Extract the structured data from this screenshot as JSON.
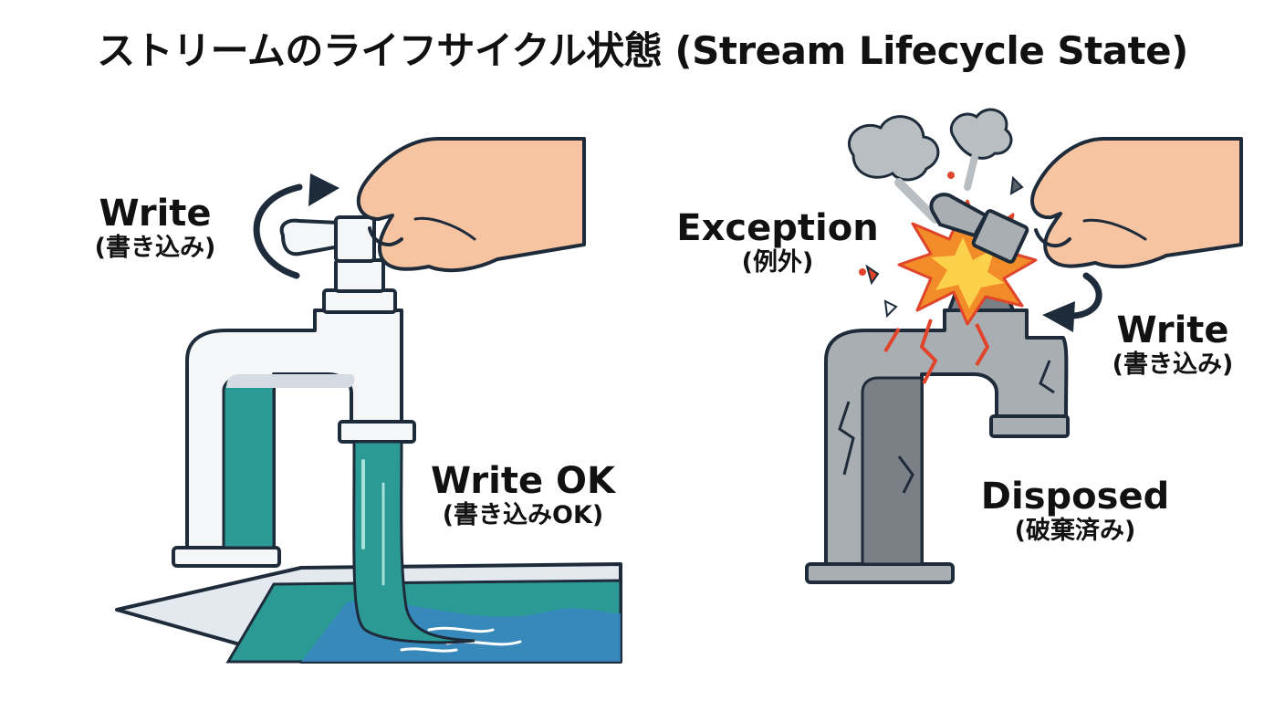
{
  "title": "ストリームのライフサイクル状態 (Stream Lifecycle State)",
  "left": {
    "write": {
      "en": "Write",
      "ja": "(書き込み)"
    },
    "write_ok": {
      "en": "Write OK",
      "ja": "(書き込みOK)"
    }
  },
  "right": {
    "exception": {
      "en": "Exception",
      "ja": "(例外)"
    },
    "write": {
      "en": "Write",
      "ja": "(書き込み)"
    },
    "disposed": {
      "en": "Disposed",
      "ja": "(破棄済み)"
    }
  },
  "colors": {
    "outline": "#1e2b3a",
    "faucet_white": "#f4f6f8",
    "faucet_shade": "#d4dbe2",
    "water_teal": "#2c9a94",
    "water_blue": "#3a86c3",
    "skin": "#f7c4a1",
    "broken_gray": "#a9aeb3",
    "broken_dark": "#7b8086",
    "explosion_orange": "#f28c28",
    "explosion_red": "#e0442a",
    "smoke": "#b9bec2"
  }
}
